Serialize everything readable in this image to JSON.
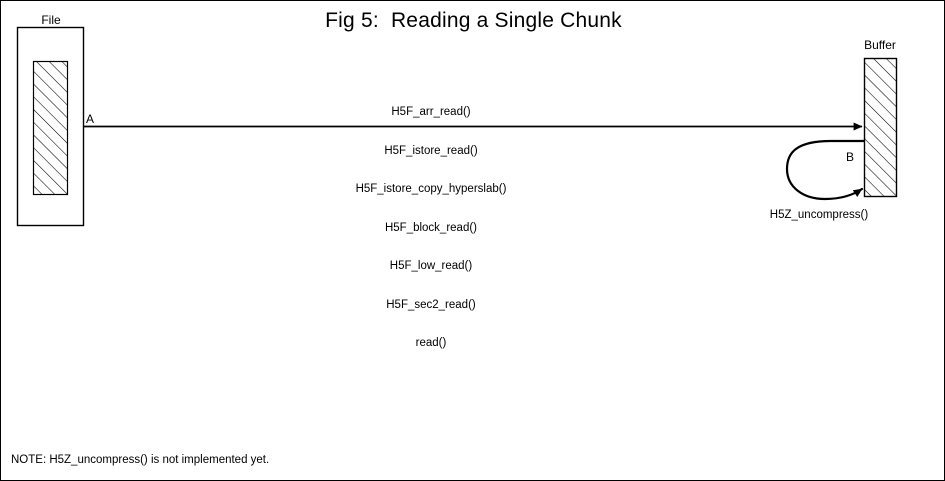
{
  "figure": {
    "title": "Fig 5:  Reading a Single Chunk",
    "note": "NOTE: H5Z_uncompress() is not implemented yet.",
    "colors": {
      "stroke": "#000000",
      "background": "#ffffff",
      "hatch": "#000000"
    }
  },
  "source_box": {
    "label": "File",
    "contents_name": "chunk-data-hatch"
  },
  "destination_box": {
    "label": "Buffer",
    "contents_name": "buffer-data-hatch"
  },
  "transfer_arrow": {
    "marker": "A",
    "calls": [
      "H5F_arr_read()",
      "H5F_istore_read()",
      "H5F_istore_copy_hyperslab()",
      "H5F_block_read()",
      "H5F_low_read()",
      "H5F_sec2_read()",
      "read()"
    ]
  },
  "loop_arrow": {
    "marker": "B",
    "label": "H5Z_uncompress()"
  }
}
